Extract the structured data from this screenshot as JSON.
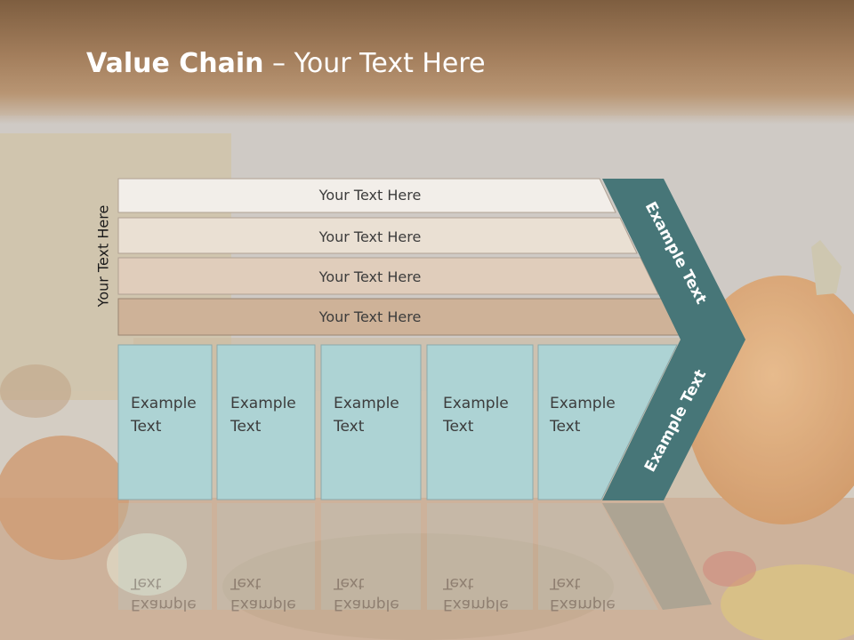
{
  "title": {
    "bold": "Value Chain",
    "rest": " – Your Text Here"
  },
  "side_label": "Your Text Here",
  "support_rows": [
    "Your Text Here",
    "Your Text Here",
    "Your Text Here",
    "Your Text Here"
  ],
  "primary_boxes": [
    {
      "line1": "Example",
      "line2": "Text"
    },
    {
      "line1": "Example",
      "line2": "Text"
    },
    {
      "line1": "Example",
      "line2": "Text"
    },
    {
      "line1": "Example",
      "line2": "Text"
    },
    {
      "line1": "Example",
      "line2": "Text"
    }
  ],
  "arrow_labels": {
    "top": "Example Text",
    "bottom": "Example Text"
  },
  "colors": {
    "row1": "#f1ece6",
    "row2": "#e8dccd",
    "row3": "#dcc7b2",
    "row4": "#c8a88a",
    "box": "#a2cdcf",
    "arrow": "#2e6466"
  }
}
